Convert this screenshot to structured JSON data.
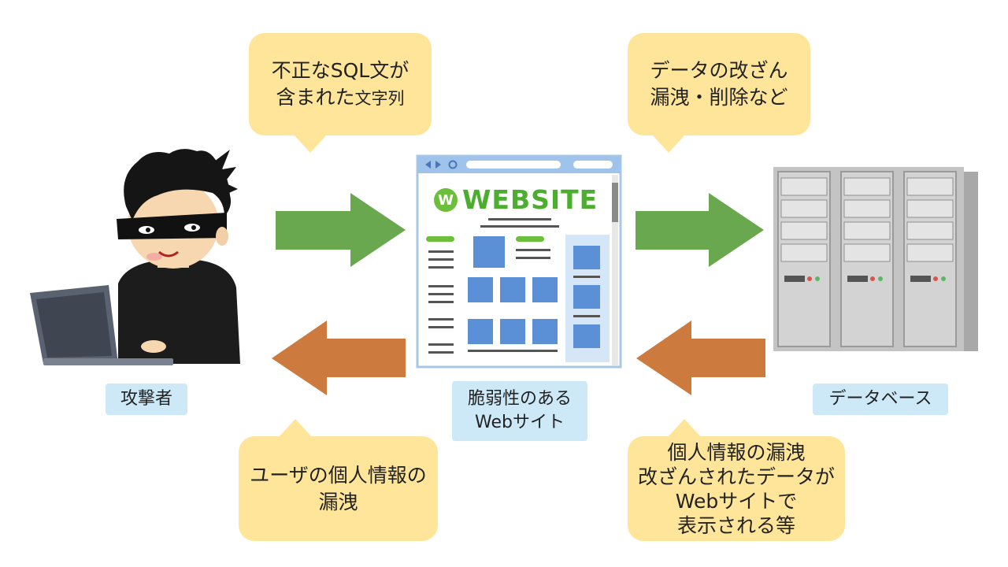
{
  "bubbles": {
    "sql": {
      "line1": "不正なSQL文が",
      "line2_main": "含まれた",
      "line2_small": "文字列"
    },
    "tamper": {
      "line1": "データの改ざん",
      "line2": "漏洩・削除など"
    },
    "leak": {
      "line1": "ユーザの個人情報の",
      "line2": "漏洩"
    },
    "display": {
      "line1": "個人情報の漏洩",
      "line2": "改ざんされたデータが",
      "line3": "Webサイトで",
      "line4": "表示される等"
    }
  },
  "labels": {
    "attacker": "攻撃者",
    "website_line1": "脆弱性のある",
    "website_line2": "Webサイト",
    "database": "データベース"
  },
  "website": {
    "logo_letter": "W",
    "title": "WEBSITE"
  },
  "colors": {
    "request_arrow": "#6aa84f",
    "response_arrow": "#cc7a3d",
    "bubble": "#ffe599",
    "label": "#cde9f8"
  }
}
